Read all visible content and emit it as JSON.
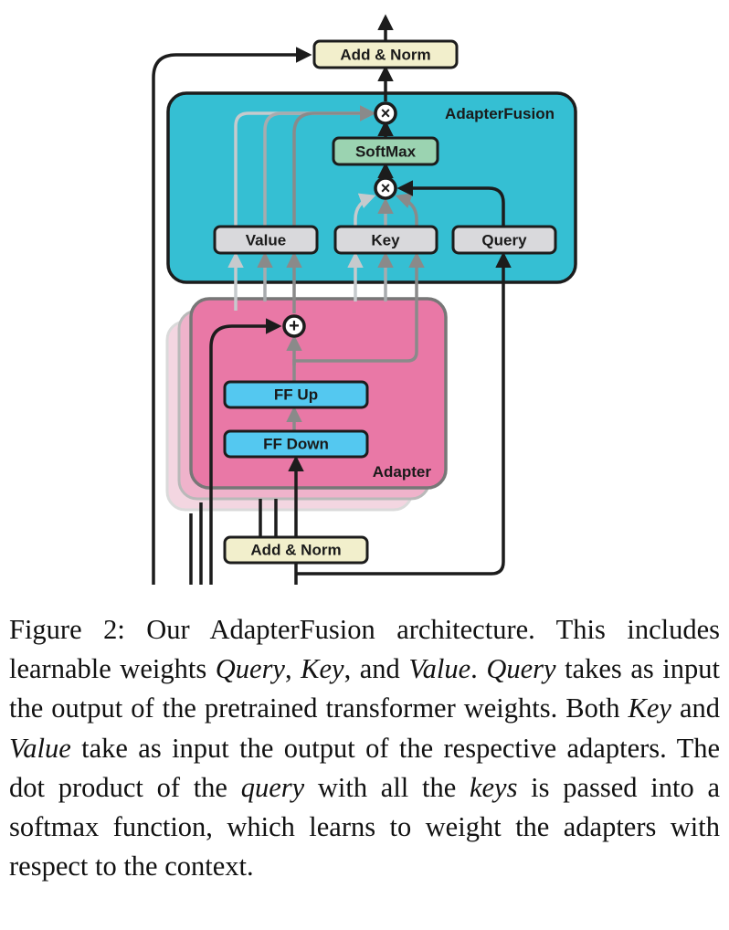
{
  "diagram": {
    "labels": {
      "add_norm_top": "Add & Norm",
      "adapter_fusion": "AdapterFusion",
      "softmax": "SoftMax",
      "value": "Value",
      "key": "Key",
      "query": "Query",
      "ff_up": "FF Up",
      "ff_down": "FF Down",
      "adapter": "Adapter",
      "add_norm_bottom": "Add & Norm"
    },
    "operators": {
      "multiply": "×",
      "add": "+"
    },
    "colors": {
      "fusion_fill": "#35bfd3",
      "adapter_fill": "#e978a6",
      "add_norm_fill": "#f2efcc",
      "softmax_fill": "#9bd3b1",
      "kvq_fill": "#d9d9dc",
      "ff_fill": "#54c8f0",
      "arrow_dark": "#1c1c1c",
      "arrow_gray": "#8a8a8a"
    }
  },
  "caption": {
    "p1": "Figure 2: Our AdapterFusion architecture. This in­cludes learnable weights ",
    "e1": "Query",
    "p2": ", ",
    "e2": "Key",
    "p3": ", and ",
    "e3": "Value",
    "p4": ". ",
    "e4": "Query",
    "p5": " takes as input the output of the pretrained transformer weights. Both ",
    "e5": "Key",
    "p6": " and ",
    "e6": "Value",
    "p7": " take as input the out­put of the respective adapters. The dot product of the ",
    "e7": "query",
    "p8": " with all the ",
    "e8": "keys",
    "p9": " is passed into a softmax func­tion, which learns to weight the adapters with respect to the context."
  }
}
